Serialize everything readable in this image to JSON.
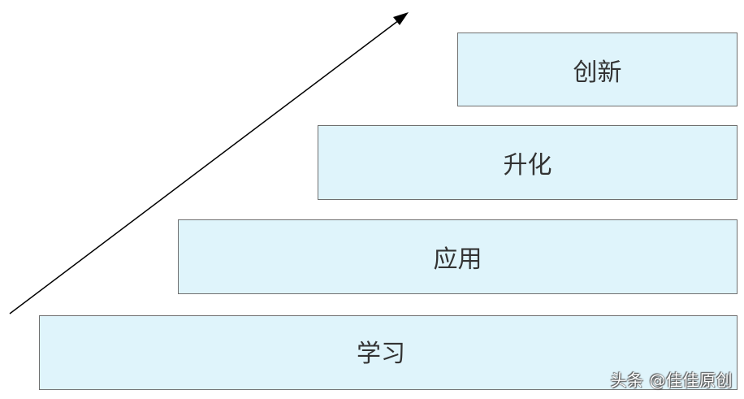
{
  "diagram": {
    "steps": [
      {
        "label": "学习"
      },
      {
        "label": "应用"
      },
      {
        "label": "升化"
      },
      {
        "label": "创新"
      }
    ],
    "colors": {
      "box_fill": "#dff4fb",
      "box_border": "#6f6f6f",
      "arrow": "#000000",
      "text": "#333333"
    }
  },
  "watermark": "头条 @佳佳原创"
}
